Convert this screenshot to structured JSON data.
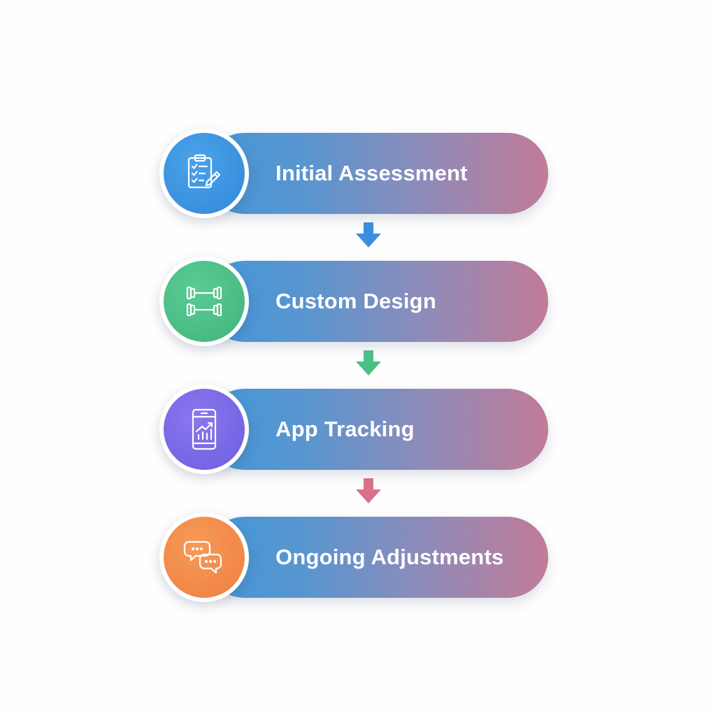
{
  "steps": [
    {
      "label": "Initial Assessment",
      "icon": "clipboard-checklist-icon",
      "color": "#3a8fdb"
    },
    {
      "label": "Custom Design",
      "icon": "dumbbells-icon",
      "color": "#4cbe86"
    },
    {
      "label": "App Tracking",
      "icon": "smartphone-chart-icon",
      "color": "#7a68e6"
    },
    {
      "label": "Ongoing Adjustments",
      "icon": "chat-bubbles-icon",
      "color": "#f3874a"
    }
  ],
  "arrows": [
    {
      "color": "#3a8fdb",
      "icon": "arrow-down-icon"
    },
    {
      "color": "#4cbe86",
      "icon": "arrow-down-icon"
    },
    {
      "color": "#d9708a",
      "icon": "arrow-down-icon"
    }
  ]
}
